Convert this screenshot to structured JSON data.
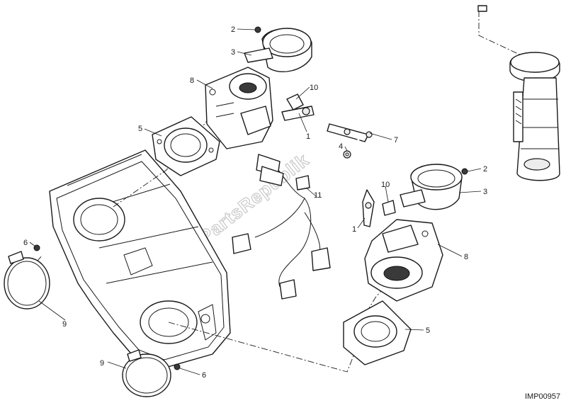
{
  "diagram": {
    "reference_code": "IMP00957",
    "watermark": "PartsRepublik",
    "callouts": [
      {
        "id": "c2a",
        "label": "2"
      },
      {
        "id": "c3a",
        "label": "3"
      },
      {
        "id": "c8a",
        "label": "8"
      },
      {
        "id": "c5a",
        "label": "5"
      },
      {
        "id": "c10a",
        "label": "10"
      },
      {
        "id": "c1a",
        "label": "1"
      },
      {
        "id": "c4",
        "label": "4"
      },
      {
        "id": "c7",
        "label": "7"
      },
      {
        "id": "c11",
        "label": "11"
      },
      {
        "id": "c2b",
        "label": "2"
      },
      {
        "id": "c3b",
        "label": "3"
      },
      {
        "id": "c10b",
        "label": "10"
      },
      {
        "id": "c1b",
        "label": "1"
      },
      {
        "id": "c8b",
        "label": "8"
      },
      {
        "id": "c5b",
        "label": "5"
      },
      {
        "id": "c6a",
        "label": "6"
      },
      {
        "id": "c9a",
        "label": "9"
      },
      {
        "id": "c9b",
        "label": "9"
      },
      {
        "id": "c6b",
        "label": "6"
      }
    ]
  }
}
